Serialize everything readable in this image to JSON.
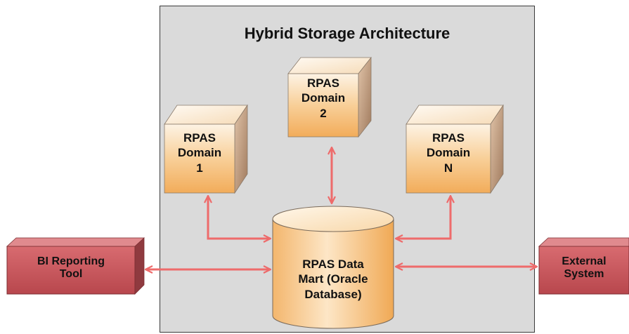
{
  "title": "Hybrid Storage Architecture",
  "domains": [
    {
      "line1": "RPAS",
      "line2": "Domain",
      "line3": "1"
    },
    {
      "line1": "RPAS",
      "line2": "Domain",
      "line3": "2"
    },
    {
      "line1": "RPAS",
      "line2": "Domain",
      "line3": "N"
    }
  ],
  "data_mart": {
    "line1": "RPAS Data",
    "line2": "Mart (Oracle",
    "line3": "Database)"
  },
  "bi_tool": {
    "line1": "BI Reporting",
    "line2": "Tool"
  },
  "external": {
    "line1": "External",
    "line2": "System"
  },
  "colors": {
    "arrow": "#ee6b6b",
    "cube": "#f7c98d",
    "red_box": "#c95a5f"
  }
}
